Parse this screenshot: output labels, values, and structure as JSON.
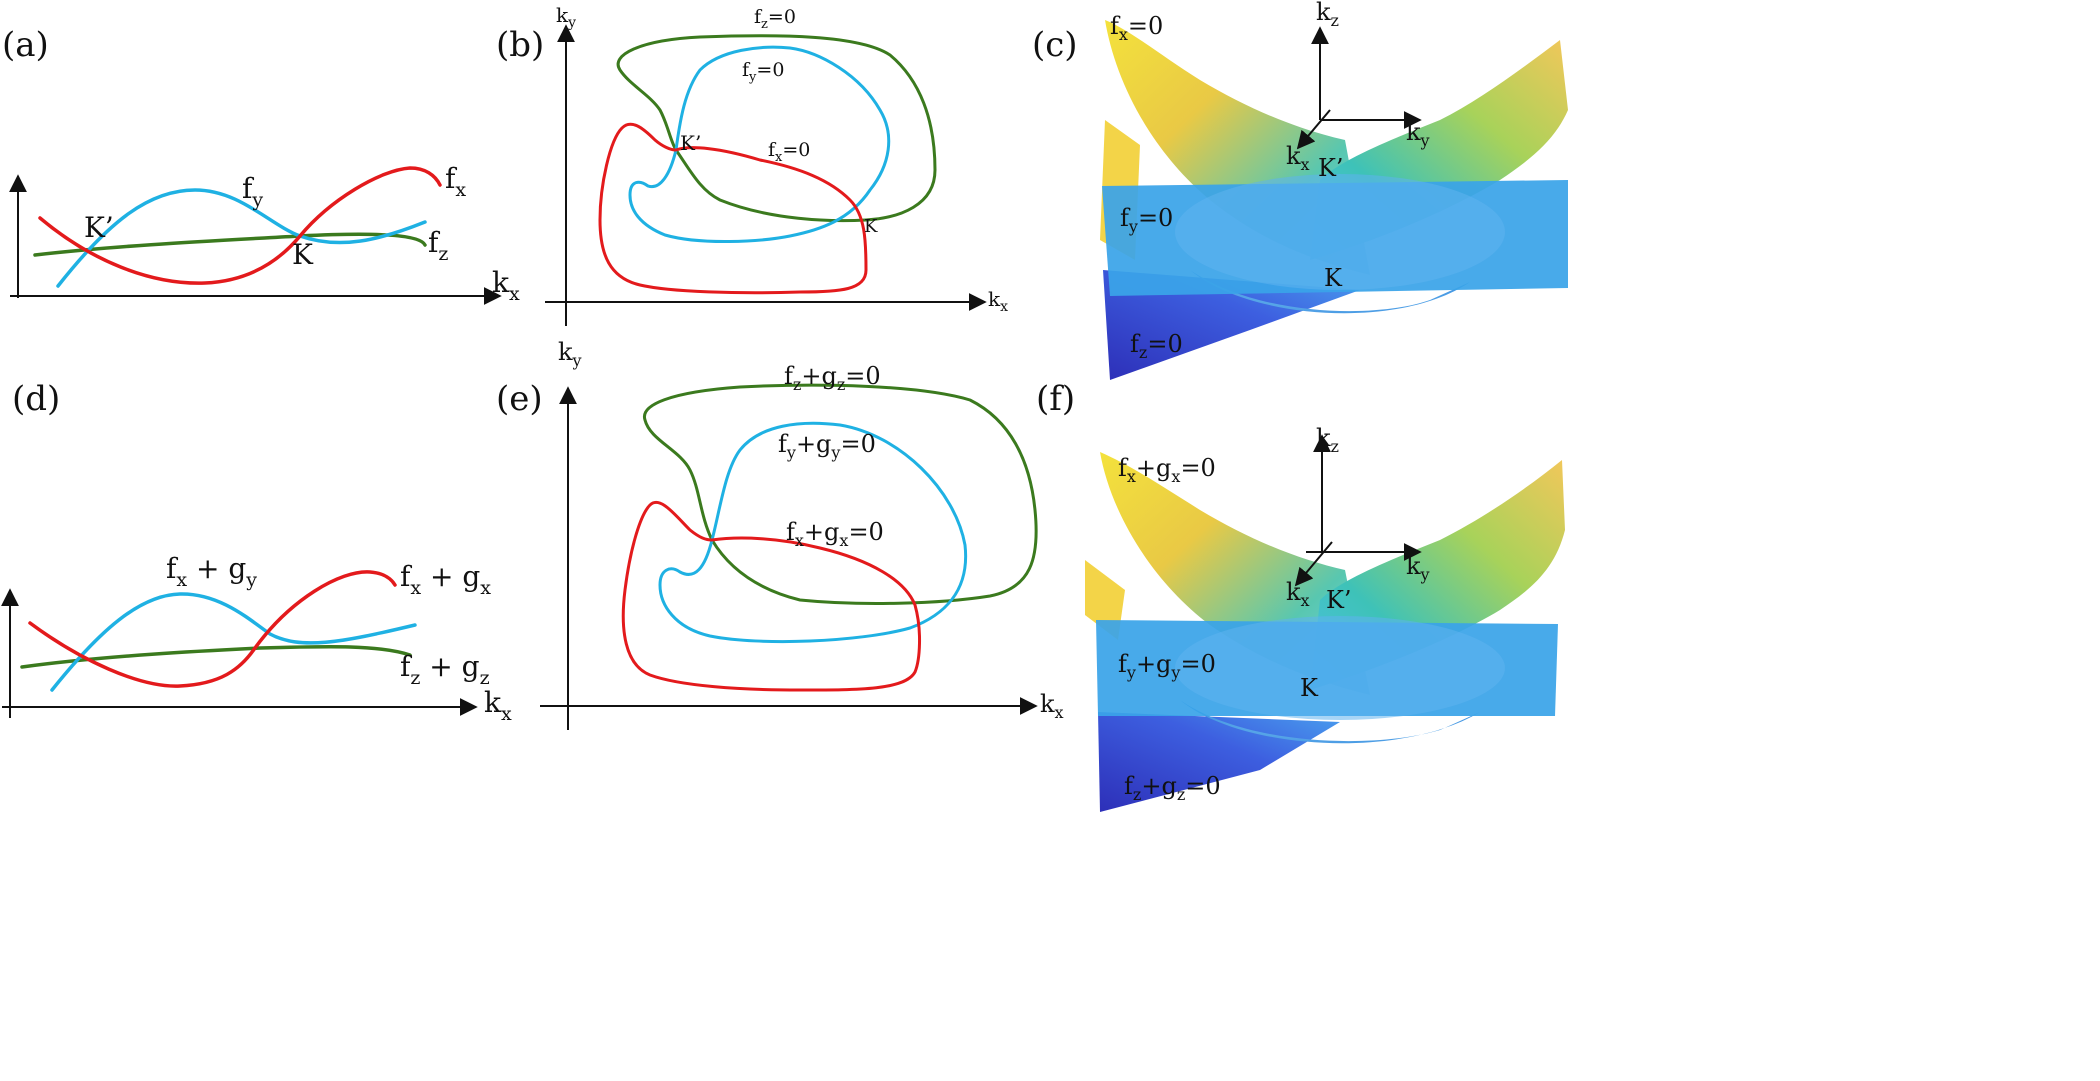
{
  "colors": {
    "red": "#e31a1c",
    "blue": "#1fb1e3",
    "green": "#3b7a1e",
    "plane_blue": "#3aa4e8",
    "plane_dark": "#3a3fd0",
    "surface_yellow": "#f0d23a",
    "surface_teal": "#3ec8c0"
  },
  "panels": {
    "a": {
      "label": "(a)",
      "fx": "f",
      "fx_sub": "x",
      "fy": "f",
      "fy_sub": "y",
      "fz": "f",
      "fz_sub": "z",
      "kprime": "K’",
      "k": "K",
      "axis": "k",
      "axis_sub": "x"
    },
    "b": {
      "label": "(b)",
      "y_axis": "k",
      "y_axis_sub": "y",
      "x_axis": "k",
      "x_axis_sub": "x",
      "fz": "f",
      "fz_sub": "z",
      "fz_rest": "=0",
      "fy": "f",
      "fy_sub": "y",
      "fy_rest": "=0",
      "fx": "f",
      "fx_sub": "x",
      "fx_rest": "=0",
      "kprime": "K’",
      "k": "K"
    },
    "c": {
      "label": "(c)",
      "kz": "k",
      "kz_sub": "z",
      "ky": "k",
      "ky_sub": "y",
      "kx": "k",
      "kx_sub": "x",
      "fx": "f",
      "fx_sub": "x",
      "fx_rest": "=0",
      "fy": "f",
      "fy_sub": "y",
      "fy_rest": "=0",
      "fz": "f",
      "fz_sub": "z",
      "fz_rest": "=0",
      "kprime": "K’",
      "k": "K"
    },
    "d": {
      "label": "(d)",
      "t1a": "f",
      "t1a_sub": "x",
      "t1mid": " + g",
      "t1b_sub": "y",
      "t2a": "f",
      "t2a_sub": "x",
      "t2mid": " + g",
      "t2b_sub": "x",
      "t3a": "f",
      "t3a_sub": "z",
      "t3mid": " + g",
      "t3b_sub": "z",
      "axis": "k",
      "axis_sub": "x"
    },
    "e": {
      "label": "(e)",
      "y_axis": "k",
      "y_axis_sub": "y",
      "x_axis": "k",
      "x_axis_sub": "x",
      "z_a": "f",
      "z_a_sub": "z",
      "z_mid": "+g",
      "z_b_sub": "z",
      "z_rest": "=0",
      "y_a": "f",
      "y_a_sub": "y",
      "y_mid": "+g",
      "y_b_sub": "y",
      "y_rest": "=0",
      "x_a": "f",
      "x_a_sub": "x",
      "x_mid": "+g",
      "x_b_sub": "x",
      "x_rest": "=0"
    },
    "f": {
      "label": "(f)",
      "kz": "k",
      "kz_sub": "z",
      "ky": "k",
      "ky_sub": "y",
      "kx": "k",
      "kx_sub": "x",
      "x_a": "f",
      "x_a_sub": "x",
      "x_mid": "+g",
      "x_b_sub": "x",
      "x_rest": "=0",
      "y_a": "f",
      "y_a_sub": "y",
      "y_mid": "+g",
      "y_b_sub": "y",
      "y_rest": "=0",
      "z_a": "f",
      "z_a_sub": "z",
      "z_mid": "+g",
      "z_b_sub": "z",
      "z_rest": "=0",
      "kprime": "K’",
      "k": "K"
    }
  }
}
